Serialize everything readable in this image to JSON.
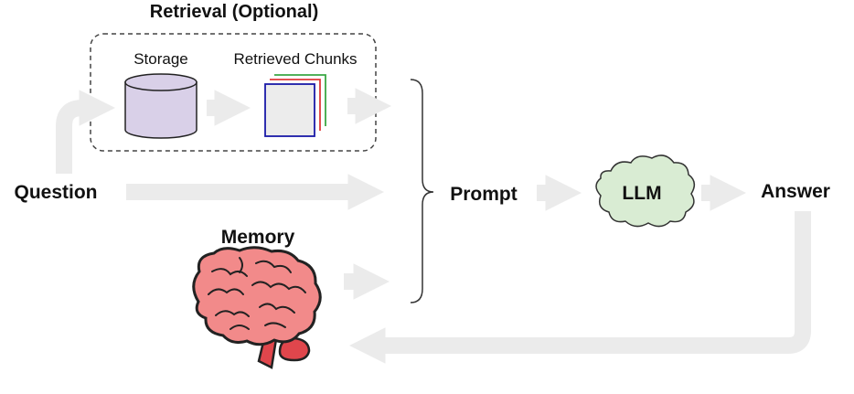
{
  "retrieval": {
    "title": "Retrieval (Optional)",
    "storage_label": "Storage",
    "chunks_label": "Retrieved Chunks"
  },
  "question_label": "Question",
  "memory_label": "Memory",
  "prompt_label": "Prompt",
  "llm_label": "LLM",
  "answer_label": "Answer",
  "colors": {
    "arrow": "#ebebeb",
    "storage_fill": "#d9d0e8",
    "llm_fill": "#d9ecd3",
    "chunk_front_border": "#1a1aa8",
    "chunk_red": "#e03a3a",
    "chunk_green": "#3aa844",
    "brain_fill": "#f28a8a",
    "brain_stem": "#e0464c"
  }
}
